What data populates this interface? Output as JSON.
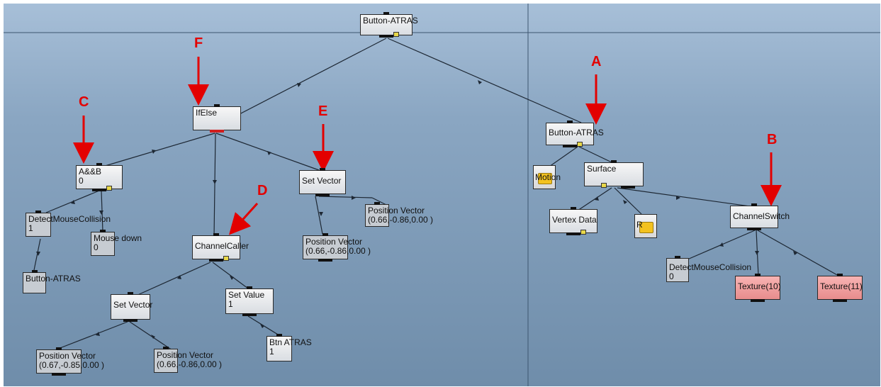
{
  "nodes": {
    "root": {
      "title": "Button-ATRAS"
    },
    "ifelse": {
      "title": "IfElse"
    },
    "and": {
      "title": "A&&B",
      "value": "0"
    },
    "detect1": {
      "title": "DetectMouseCollision",
      "value": "1"
    },
    "mousedown": {
      "title": "Mouse down",
      "value": "0"
    },
    "btn_small": {
      "title": "Button-ATRAS"
    },
    "channelcaller": {
      "title": "ChannelCaller"
    },
    "setvec1": {
      "title": "Set Vector"
    },
    "pv1": {
      "title": "Position Vector",
      "value": "(0.67,-0.85,0.00 )"
    },
    "pv2": {
      "title": "Position Vector",
      "value": "(0.66,-0.86,0.00 )"
    },
    "setvalue": {
      "title": "Set Value",
      "value": "1"
    },
    "btnatras": {
      "title": "Btn ATRAS",
      "value": "1"
    },
    "setvec2": {
      "title": "Set Vector"
    },
    "pv3": {
      "title": "Position Vector",
      "value": "(0.66,-0.86,0.00 )"
    },
    "pv4": {
      "title": "Position Vector",
      "value": "(0.66,-0.86,0.00 )"
    },
    "btnA": {
      "title": "Button-ATRAS"
    },
    "motion": {
      "title": "Motion"
    },
    "surface": {
      "title": "Surface"
    },
    "vertex": {
      "title": "Vertex Data"
    },
    "r": {
      "title": "R"
    },
    "chswitch": {
      "title": "ChannelSwitch"
    },
    "detect2": {
      "title": "DetectMouseCollision",
      "value": "0"
    },
    "tex10": {
      "title": "Texture(10)"
    },
    "tex11": {
      "title": "Texture(11)"
    }
  },
  "labels": {
    "A": "A",
    "B": "B",
    "C": "C",
    "D": "D",
    "E": "E",
    "F": "F"
  },
  "colors": {
    "arrow": "#e30000",
    "texture_node": "#f0a0a0",
    "folder_icon": "#f3c21f"
  }
}
